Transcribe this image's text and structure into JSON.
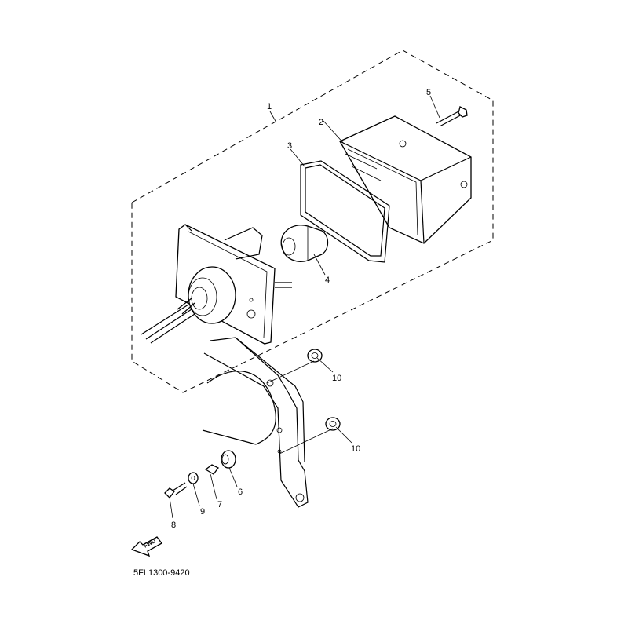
{
  "diagram": {
    "code": "5FL1300-9420",
    "fwd_label": "FWD",
    "callouts": {
      "p1": "1",
      "p2": "2",
      "p3": "3",
      "p4": "4",
      "p5": "5",
      "p6": "6",
      "p7": "7",
      "p8": "8",
      "p9": "9",
      "p10a": "10",
      "p10b": "10"
    }
  }
}
